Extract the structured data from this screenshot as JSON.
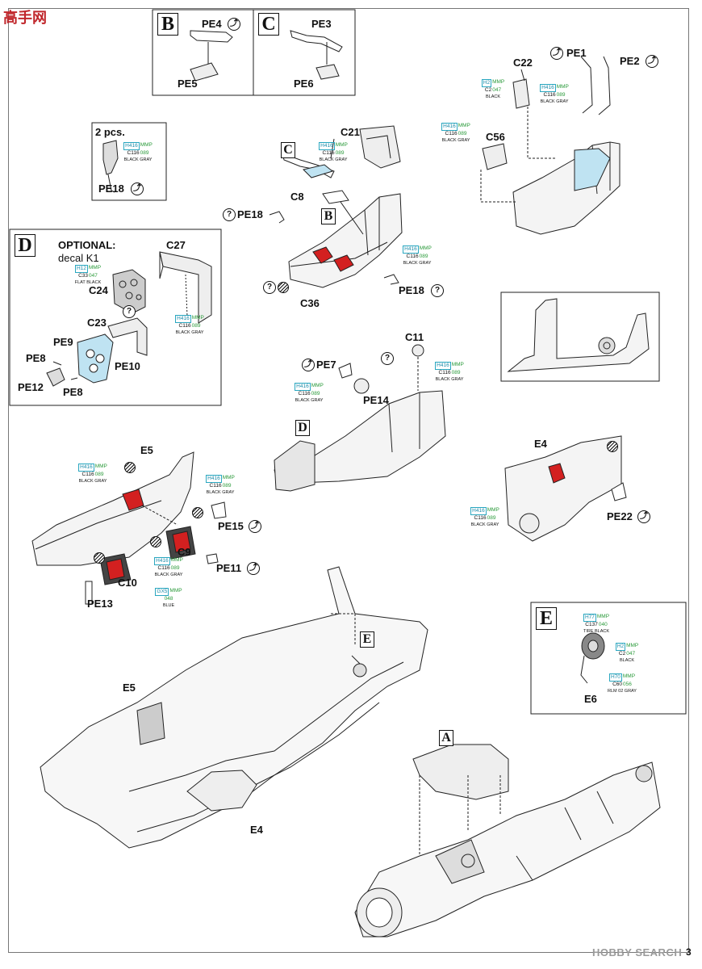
{
  "page_number": "3",
  "watermark_top": "高手网",
  "watermark_bottom": "HOBBY SEARCH",
  "sections": {
    "A": "A",
    "B": "B",
    "C": "C",
    "D": "D",
    "E": "E"
  },
  "texts": {
    "two_pcs": "2 pcs.",
    "optional": "OPTIONAL:",
    "decal": "decal K1"
  },
  "parts": {
    "pe1": "PE1",
    "pe2": "PE2",
    "pe3": "PE3",
    "pe4": "PE4",
    "pe5": "PE5",
    "pe6": "PE6",
    "pe7": "PE7",
    "pe8a": "PE8",
    "pe8b": "PE8",
    "pe9": "PE9",
    "pe10": "PE10",
    "pe11": "PE11",
    "pe12": "PE12",
    "pe13": "PE13",
    "pe14": "PE14",
    "pe15": "PE15",
    "pe18a": "PE18",
    "pe18b": "PE18",
    "pe18c": "PE18",
    "pe22": "PE22",
    "c8": "C8",
    "c9": "C9",
    "c10": "C10",
    "c11": "C11",
    "c21": "C21",
    "c22": "C22",
    "c23": "C23",
    "c24": "C24",
    "c27": "C27",
    "c36": "C36",
    "c56": "C56",
    "e4a": "E4",
    "e4b": "E4",
    "e5a": "E5",
    "e5b": "E5",
    "e6": "E6"
  },
  "paints": {
    "black_gray": {
      "h": "H416",
      "brand": "MMP",
      "c": "C116",
      "code": "089",
      "name": "BLACK GRAY"
    },
    "black": {
      "h": "H2",
      "brand": "MMP",
      "c": "C2",
      "code": "047",
      "name": "BLACK"
    },
    "flat_black": {
      "h": "H12",
      "brand": "MMP",
      "c": "C33",
      "code": "047",
      "name": "FLAT BLACK"
    },
    "blue": {
      "h": "GX5",
      "brand": "MMP",
      "c": "",
      "code": "048",
      "name": "BLUE"
    },
    "tire_black": {
      "h": "H77",
      "brand": "MMP",
      "c": "C137",
      "code": "040",
      "name": "TIRE BLACK"
    },
    "rlm02": {
      "h": "H70",
      "brand": "MMP",
      "c": "C60",
      "code": "056",
      "name": "RLM 02 GRAY"
    }
  },
  "glyphs": {
    "bend": "⤴",
    "question": "?"
  },
  "colors": {
    "line": "#222222",
    "accent_red": "#d32020",
    "pe_blue": "#bfe3f2",
    "code_blue": "#1a8aa8",
    "code_green": "#2a9a3a"
  }
}
